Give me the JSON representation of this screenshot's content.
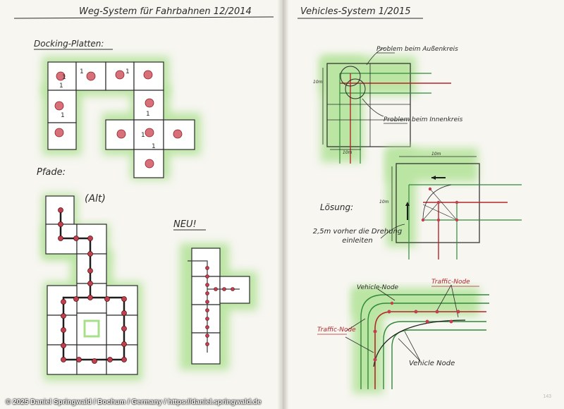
{
  "left_page": {
    "title": "Weg-System für Fahrbahnen 12/2014",
    "docking_label": "Docking-Platten:",
    "paths_label": "Pfade:",
    "alt_label": "(Alt)",
    "neu_label": "NEU!",
    "tile_number": "1"
  },
  "right_page": {
    "title": "Vehicles-System 1/2015",
    "problem_outer": "Problem beim Außenkreis",
    "problem_inner": "Problem beim Innenkreis",
    "dim_10m": "10m",
    "solution_label": "Lösung:",
    "note_2m": "2,5m vorher die Drehung einleiten",
    "vehicle_node": "Vehicle-Node",
    "traffic_node": "Traffic-Node",
    "traffic_node_left": "Traffic-Node",
    "vehicle_node_2": "Vehicle Node",
    "page_number": "143"
  },
  "copyright": "© 2025 Daniel Springwald / Bochum / Germany / https://daniel.springwald.de",
  "colors": {
    "paper": "#f7f6f1",
    "ink": "#2a2a2a",
    "green_wash": "#a8e08a",
    "red_ink": "#b3262b",
    "green_ink": "#2f8a3a"
  }
}
